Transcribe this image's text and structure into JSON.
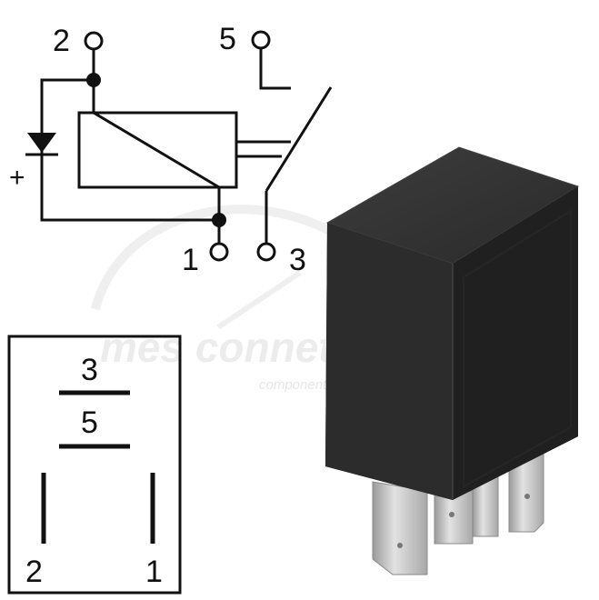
{
  "watermark": {
    "brand": "mes connettori",
    "tagline": "componenti per il cablaggio"
  },
  "schematic": {
    "pins": {
      "pin2": "2",
      "pin5": "5",
      "pin1": "1",
      "pin3": "3"
    },
    "diode_polarity": "+"
  },
  "pinout": {
    "top_label": "3",
    "middle_label": "5",
    "left_label": "2",
    "right_label": "1"
  },
  "colors": {
    "line": "#111111",
    "relay_body": "#2b2b2b",
    "relay_edge": "#3a3a3a",
    "terminal": "#c9c9c9"
  }
}
